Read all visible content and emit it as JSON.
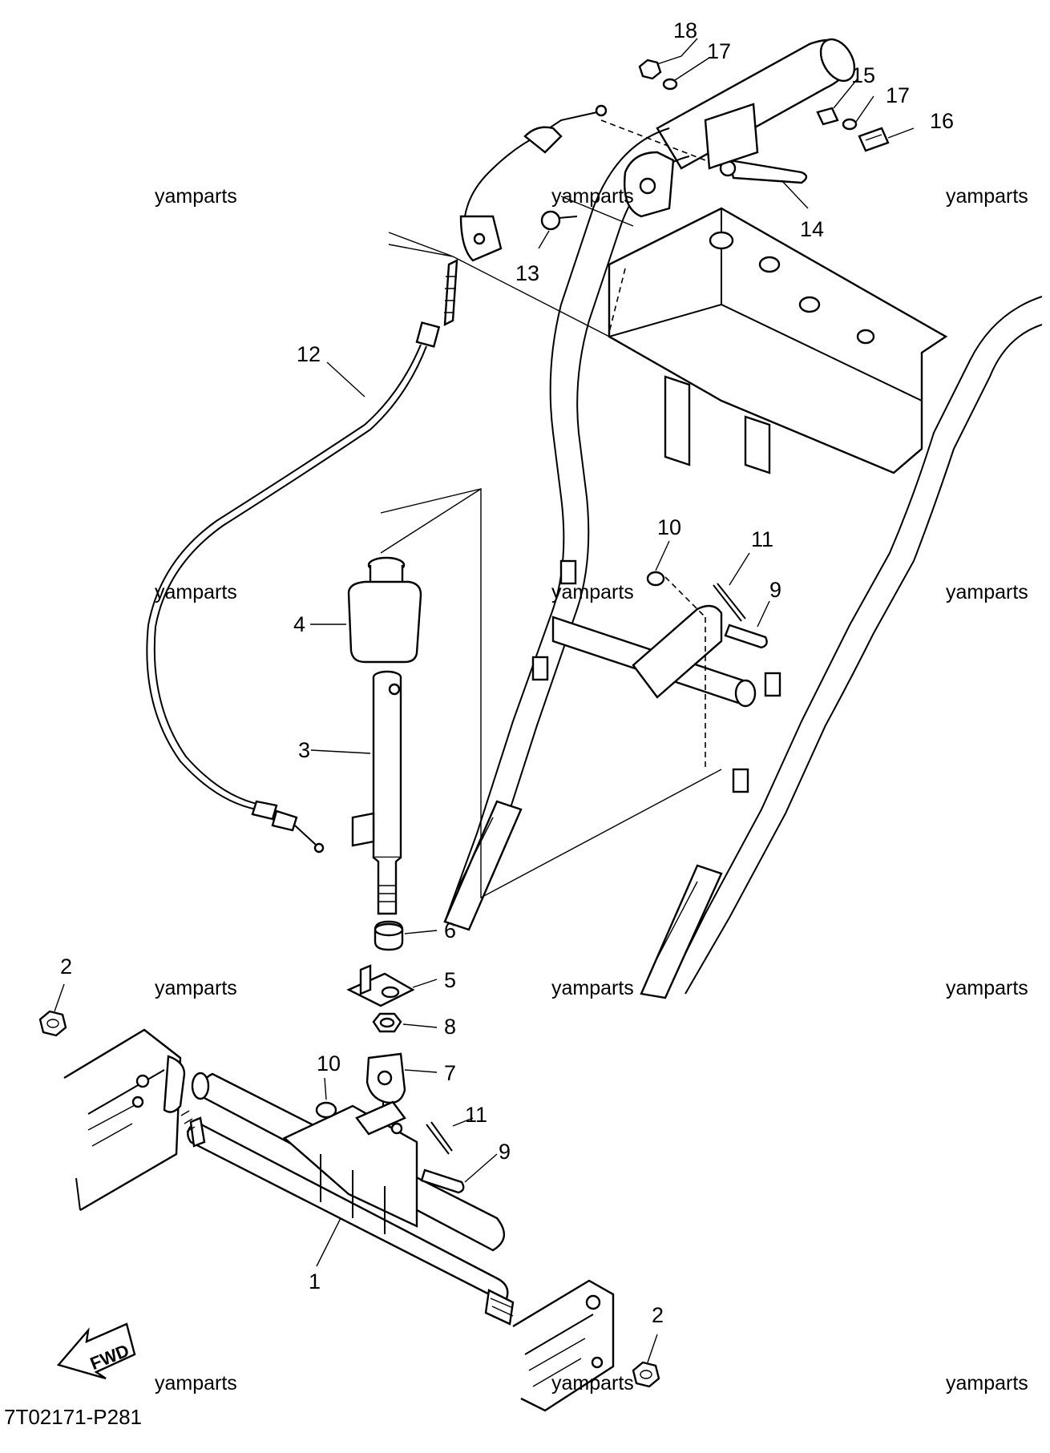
{
  "diagram_code": "7T02171-P281",
  "fwd_label": "FWD",
  "watermark_text": "yamparts",
  "callouts": [
    {
      "id": "1",
      "label": "1"
    },
    {
      "id": "2a",
      "label": "2"
    },
    {
      "id": "2b",
      "label": "2"
    },
    {
      "id": "3",
      "label": "3"
    },
    {
      "id": "4",
      "label": "4"
    },
    {
      "id": "5",
      "label": "5"
    },
    {
      "id": "6",
      "label": "6"
    },
    {
      "id": "7",
      "label": "7"
    },
    {
      "id": "8",
      "label": "8"
    },
    {
      "id": "9a",
      "label": "9"
    },
    {
      "id": "9b",
      "label": "9"
    },
    {
      "id": "10a",
      "label": "10"
    },
    {
      "id": "10b",
      "label": "10"
    },
    {
      "id": "11a",
      "label": "11"
    },
    {
      "id": "11b",
      "label": "11"
    },
    {
      "id": "12",
      "label": "12"
    },
    {
      "id": "13",
      "label": "13"
    },
    {
      "id": "14",
      "label": "14"
    },
    {
      "id": "15",
      "label": "15"
    },
    {
      "id": "16",
      "label": "16"
    },
    {
      "id": "17a",
      "label": "17"
    },
    {
      "id": "17b",
      "label": "17"
    },
    {
      "id": "18",
      "label": "18"
    }
  ],
  "watermarks": [
    "yamparts",
    "yamparts",
    "yamparts",
    "yamparts",
    "yamparts",
    "yamparts",
    "yamparts",
    "yamparts",
    "yamparts",
    "yamparts",
    "yamparts",
    "yamparts"
  ]
}
